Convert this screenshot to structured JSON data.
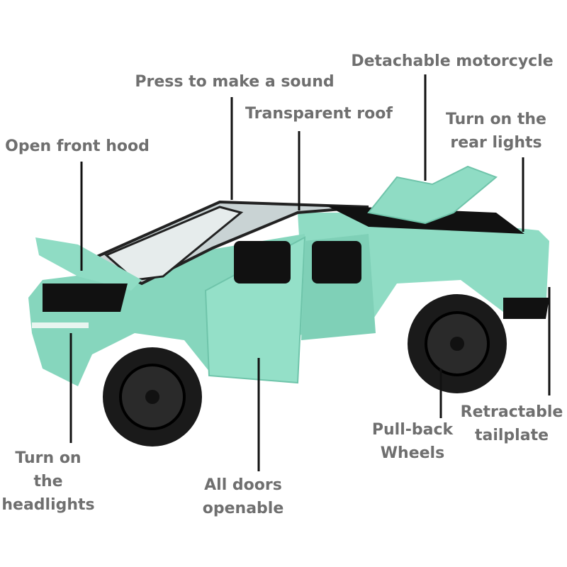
{
  "colors": {
    "body": "#8fdcc4",
    "body_shade": "#6fc4aa",
    "tire": "#1a1a1a",
    "label": "#6f6f6f",
    "leader": "#111111"
  },
  "callouts": {
    "sound": "Press to make a sound",
    "motorcycle": "Detachable motorcycle",
    "roof": "Transparent roof",
    "rear_lights_1": "Turn on the",
    "rear_lights_2": "rear lights",
    "hood": "Open front hood",
    "headlights_1": "Turn on",
    "headlights_2": "the",
    "headlights_3": "headlights",
    "doors_1": "All doors",
    "doors_2": "openable",
    "wheels_1": "Pull-back",
    "wheels_2": "Wheels",
    "tailplate_1": "Retractable",
    "tailplate_2": "tailplate"
  }
}
